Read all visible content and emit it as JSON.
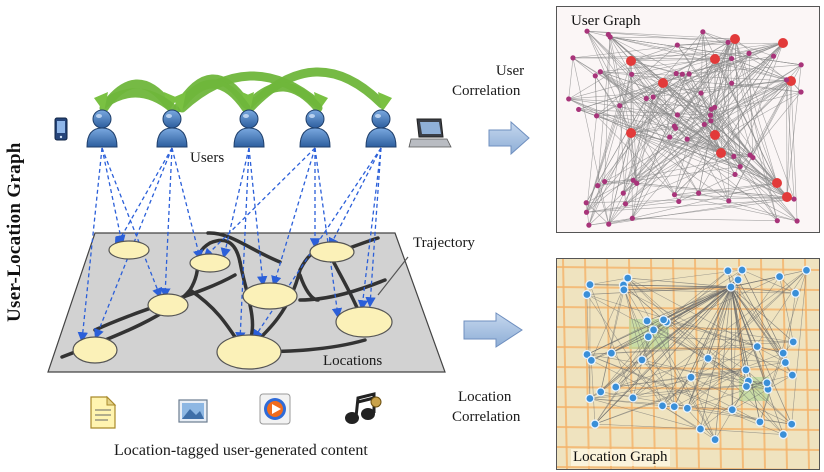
{
  "title": "User-Location Graph",
  "labels": {
    "users": "Users",
    "trajectory": "Trajectory",
    "locations": "Locations",
    "user_correlation": [
      "User",
      "Correlation"
    ],
    "location_correlation": [
      "Location",
      "Correlation"
    ],
    "content": "Location-tagged user-generated content"
  },
  "panels": {
    "user_graph": "User Graph",
    "location_graph": "Location Graph"
  },
  "icons": {
    "user": "user-icon",
    "phone": "phone-icon",
    "laptop": "laptop-icon",
    "document": "document-icon",
    "photo": "photo-icon",
    "media_player": "media-player-icon",
    "music": "music-notes-icon"
  },
  "colors": {
    "user_icon": "#4a7fc0",
    "social_arrows": "#7ac142",
    "check_in_arrows": "#2b5fd9",
    "location_ellipse": "#fbf1b8",
    "plane": "#d2d2d2",
    "user_graph_node": "#e23a3a",
    "location_graph_node": "#3a8fd8"
  }
}
